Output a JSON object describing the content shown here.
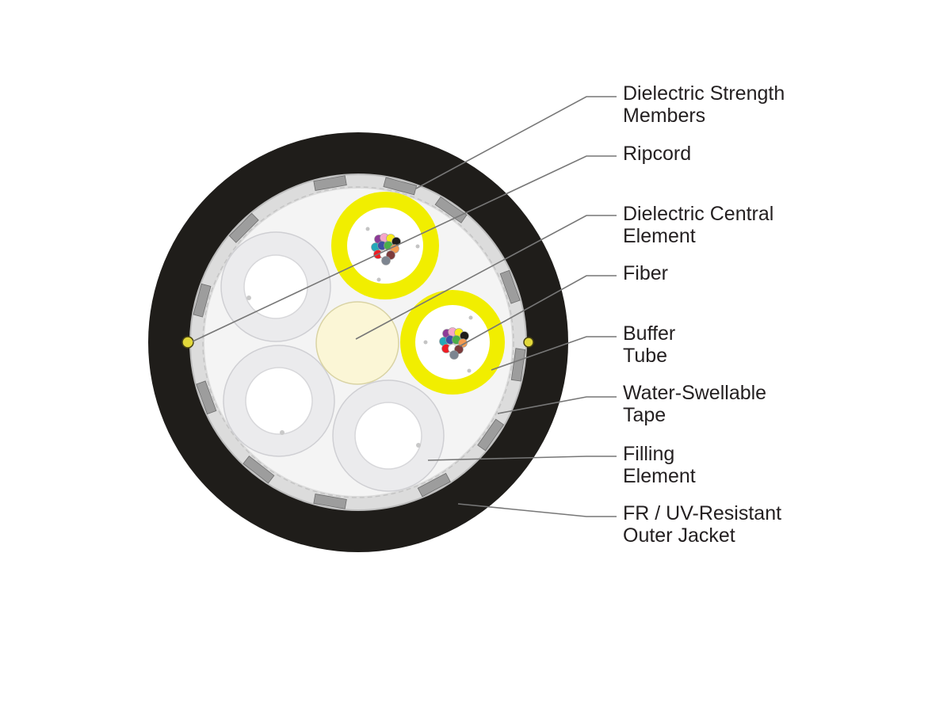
{
  "labels": {
    "strength_members": [
      "Dielectric Strength",
      "Members"
    ],
    "ripcord": [
      "Ripcord"
    ],
    "central_element": [
      "Dielectric Central",
      "Element"
    ],
    "fiber": [
      "Fiber"
    ],
    "buffer_tube": [
      "Buffer",
      "Tube"
    ],
    "water_tape": [
      "Water-Swellable",
      "Tape"
    ],
    "filling_element": [
      "Filling",
      "Element"
    ],
    "outer_jacket": [
      "FR / UV-Resistant",
      "Outer Jacket"
    ]
  },
  "colors": {
    "jacket": "#1f1d1a",
    "tape": "#e7e7e7",
    "core": "#f4f4f4",
    "buffer_tube": "#f1ee00",
    "filler": "#ebebed",
    "central_element": "#fbf6d6",
    "leader_line": "#777777",
    "label_text": "#231f20"
  },
  "fiber_colors": [
    "#8e3a97",
    "#f5a6c9",
    "#f7ec1a",
    "#1f1d1a",
    "#25a8b8",
    "#3f4fa3",
    "#4aae4a",
    "#f39a50",
    "#ef1d24",
    "#ffffff",
    "#7d3b3b",
    "#7d8590"
  ]
}
